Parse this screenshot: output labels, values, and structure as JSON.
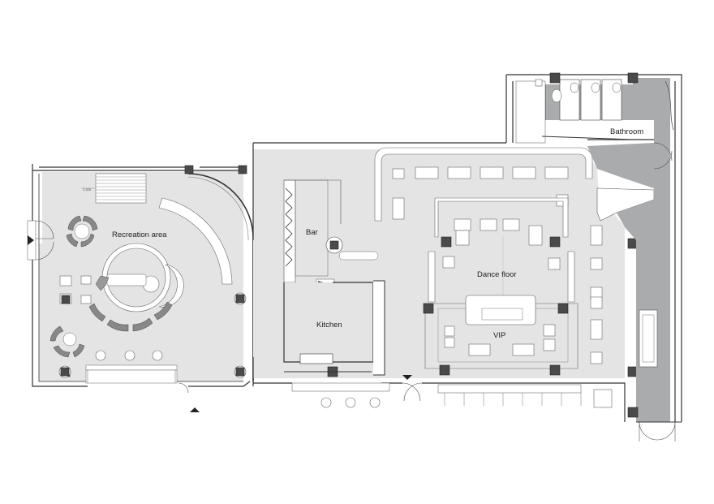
{
  "plan": {
    "rooms": [
      {
        "id": "recreation",
        "label": "Recreation area"
      },
      {
        "id": "bar",
        "label": "Bar"
      },
      {
        "id": "kitchen",
        "label": "Kitchen"
      },
      {
        "id": "dance",
        "label": "Dance floor"
      },
      {
        "id": "vip",
        "label": "VIP"
      },
      {
        "id": "bathroom",
        "label": "Bathroom"
      }
    ],
    "stair_note": "2.325",
    "colors": {
      "floor": "#e4e4e4",
      "bathroom": "#a9abad",
      "column": "#4a4a4a",
      "wall": "#333333"
    }
  }
}
